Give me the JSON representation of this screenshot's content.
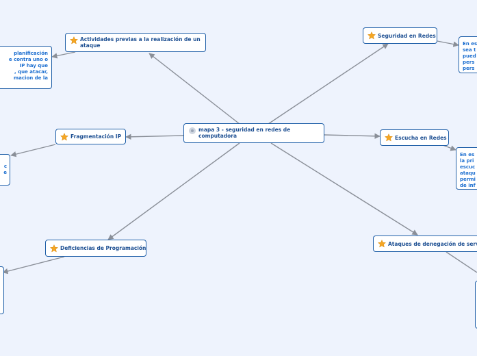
{
  "colors": {
    "background": "#eef3fd",
    "border": "#1f5fa8",
    "node_text": "#1d4f92",
    "note_text": "#1d6fd0",
    "connector": "#8a8f98",
    "star": "#f5a623"
  },
  "central": {
    "label": "mapa 3 - seguridad en redes de computadora",
    "icon": "mindmap-icon"
  },
  "topics": [
    {
      "id": "actividades",
      "label": "Actividades previas a la realización de un ataque",
      "icon": "star-icon"
    },
    {
      "id": "fragmentacion",
      "label": "Fragmentación IP",
      "icon": "star-icon"
    },
    {
      "id": "deficiencias",
      "label": "Deficiencias de Programación",
      "icon": "star-icon"
    },
    {
      "id": "seguridad",
      "label": "Seguridad en Redes",
      "icon": "star-icon"
    },
    {
      "id": "escucha",
      "label": "Escucha en Redes",
      "icon": "star-icon"
    },
    {
      "id": "denegacion",
      "label": "Ataques de denegación de servic",
      "icon": "star-icon"
    }
  ],
  "notes": {
    "actividades": "planificación\ne contra uno o\nIP hay que\n, que atacar,\nmacion de la",
    "fragmentacion": "c\ne",
    "deficiencias": "",
    "seguridad": "En es\nsea t\npued\npers\npers",
    "escucha": "En es\nla pri\nescuc\nataqu\npermi\nde inf",
    "denegacion": ""
  }
}
